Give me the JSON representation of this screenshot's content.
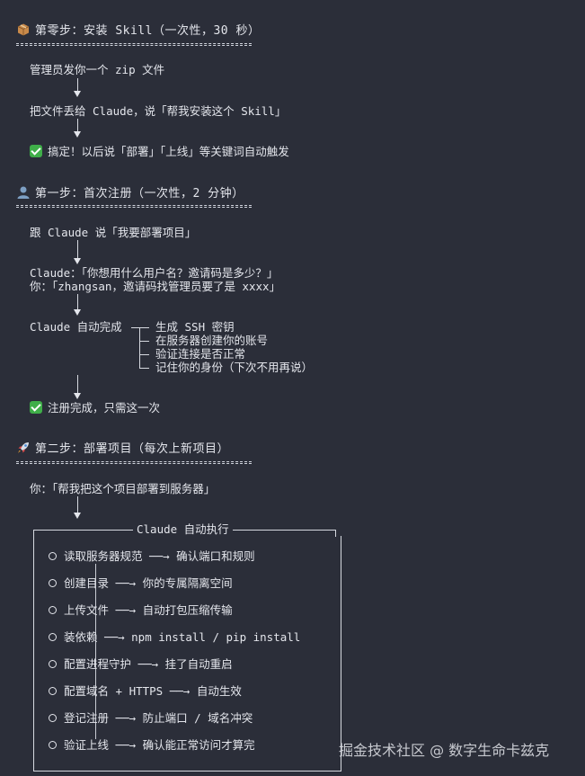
{
  "sections": [
    {
      "icon": "package-icon",
      "title": "第零步：安装 Skill（一次性，30 秒）",
      "steps": [
        "管理员发你一个 zip 文件",
        "把文件丢给 Claude，说「帮我安装这个 Skill」"
      ],
      "result": "搞定！以后说「部署」「上线」等关键词自动触发"
    },
    {
      "icon": "user-icon",
      "title": "第一步：首次注册（一次性，2 分钟）",
      "steps": [
        "跟 Claude 说「我要部署项目」",
        "Claude：「你想用什么用户名？邀请码是多少？」",
        "你：「zhangsan，邀请码找管理员要了是 xxxx」",
        "Claude 自动完成"
      ],
      "branches": [
        "生成 SSH 密钥",
        "在服务器创建你的账号",
        "验证连接是否正常",
        "记住你的身份（下次不用再说）"
      ],
      "result": "注册完成，只需这一次"
    },
    {
      "icon": "rocket-icon",
      "title": "第二步：部署项目（每次上新项目）",
      "steps": [
        "你：「帮我把这个项目部署到服务器」"
      ],
      "box_title": "Claude 自动执行",
      "tasks": [
        {
          "action": "读取服务器规范",
          "arrow": "──→",
          "result": "确认端口和规则"
        },
        {
          "action": "创建目录",
          "arrow": "──→",
          "result": "你的专属隔离空间"
        },
        {
          "action": "上传文件",
          "arrow": "──→",
          "result": "自动打包压缩传输"
        },
        {
          "action": "装依赖",
          "arrow": "──→",
          "result": "npm install / pip install"
        },
        {
          "action": "配置进程守护",
          "arrow": "──→",
          "result": "挂了自动重启"
        },
        {
          "action": "配置域名 + HTTPS",
          "arrow": "──→",
          "result": "自动生效"
        },
        {
          "action": "登记注册",
          "arrow": "──→",
          "result": "防止端口 / 域名冲突"
        },
        {
          "action": "验证上线",
          "arrow": "──→",
          "result": "确认能正常访问才算完"
        }
      ]
    }
  ],
  "watermark": "掘金技术社区 @ 数字生命卡兹克",
  "colors": {
    "background": "#2b2e39",
    "text": "#e4e6ec",
    "check": "#3fae49"
  }
}
